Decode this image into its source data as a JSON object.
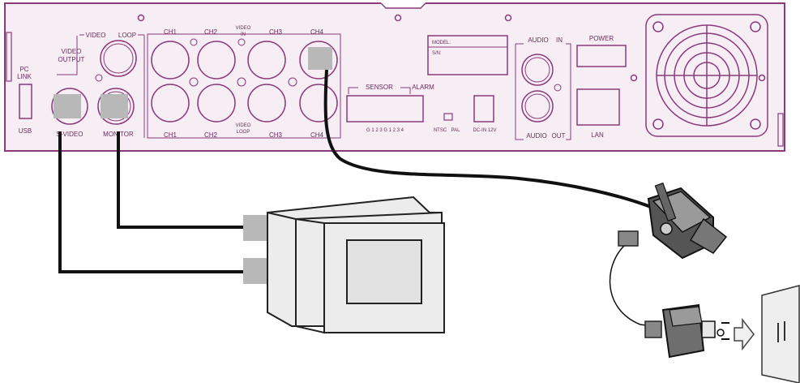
{
  "colors": {
    "panel_outline": "#8a3a7a",
    "panel_fill": "#f7eef5",
    "cable": "#111111",
    "connector_gray": "#b8b8b8",
    "device_fill": "#ececec",
    "device_outline": "#222222"
  },
  "panel": {
    "pc_link": "PC\nLINK",
    "pc_link_line1": "PC",
    "pc_link_line2": "LINK",
    "usb": "USB",
    "video_output_line1": "VIDEO",
    "video_output_line2": "OUTPUT",
    "video_top": "VIDEO",
    "loop_top": "LOOP",
    "s_video": "S-VIDEO",
    "monitor": "MONITOR",
    "ch1_top": "CH1",
    "ch2_top": "CH2",
    "video_in_line1": "VIDEO",
    "video_in_line2": "IN",
    "ch3_top": "CH3",
    "ch4_top": "CH4",
    "ch1_bottom": "CH1",
    "ch2_bottom": "CH2",
    "video_loop_line1": "VIDEO",
    "video_loop_line2": "LOOP",
    "ch3_bottom": "CH3",
    "ch4_bottom": "CH4",
    "sensor": "SENSOR",
    "alarm": "ALARM",
    "sensor_pins": "G 1 2 3 G 1 2 3 4",
    "ntsc": "NTSC",
    "pal": "PAL",
    "dc_in": "DC-IN 12V",
    "model": "MODEL:",
    "sn": "S/N:",
    "audio_in_line1": "AUDIO",
    "audio_in_line2": "IN",
    "audio_out_line1": "AUDIO",
    "audio_out_line2": "OUT",
    "power": "POWER",
    "lan": "LAN"
  }
}
